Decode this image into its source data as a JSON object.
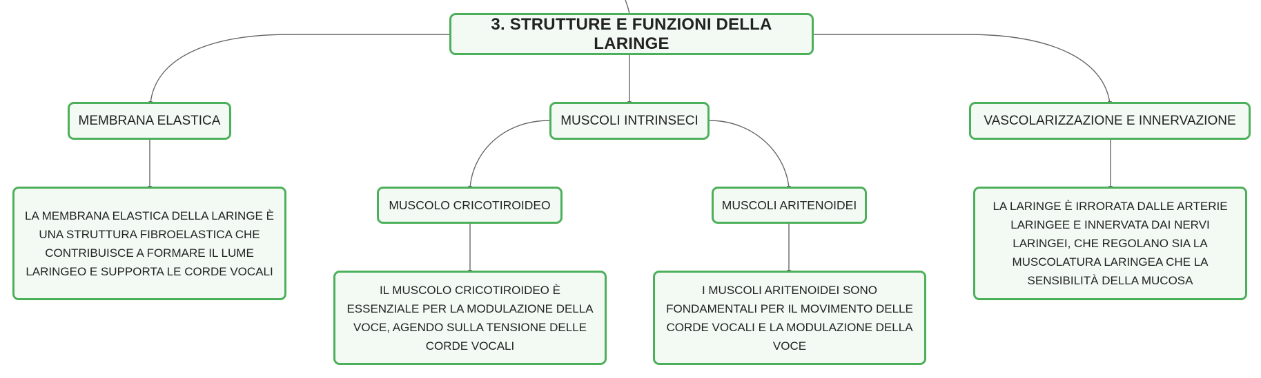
{
  "diagram": {
    "root": {
      "label": "3. STRUTTURE E FUNZIONI DELLA LARINGE"
    },
    "branches": [
      {
        "label": "MEMBRANA ELASTICA",
        "detail": "LA MEMBRANA ELASTICA DELLA LARINGE È UNA STRUTTURA FIBROELASTICA CHE CONTRIBUISCE A FORMARE IL LUME LARINGEO E SUPPORTA LE CORDE VOCALI"
      },
      {
        "label": "MUSCOLI INTRINSECI",
        "children": [
          {
            "label": "MUSCOLO CRICOTIROIDEO",
            "detail": "IL MUSCOLO CRICOTIROIDEO È ESSENZIALE PER LA MODULAZIONE DELLA VOCE, AGENDO SULLA TENSIONE DELLE CORDE VOCALI"
          },
          {
            "label": "MUSCOLI ARITENOIDEI",
            "detail": "I MUSCOLI ARITENOIDEI SONO FONDAMENTALI PER IL MOVIMENTO DELLE CORDE VOCALI E LA MODULAZIONE DELLA VOCE"
          }
        ]
      },
      {
        "label": "VASCOLARIZZAZIONE E INNERVAZIONE",
        "detail": "LA LARINGE È IRRORATA DALLE ARTERIE LARINGEE E INNERVATA DAI NERVI LARINGEI, CHE REGOLANO SIA LA MUSCOLATURA LARINGEA CHE LA SENSIBILITÀ DELLA MUCOSA"
      }
    ]
  },
  "colors": {
    "node_border": "#4caf5a",
    "node_fill": "#f2faf3",
    "connector": "#666666",
    "text": "#222222"
  }
}
